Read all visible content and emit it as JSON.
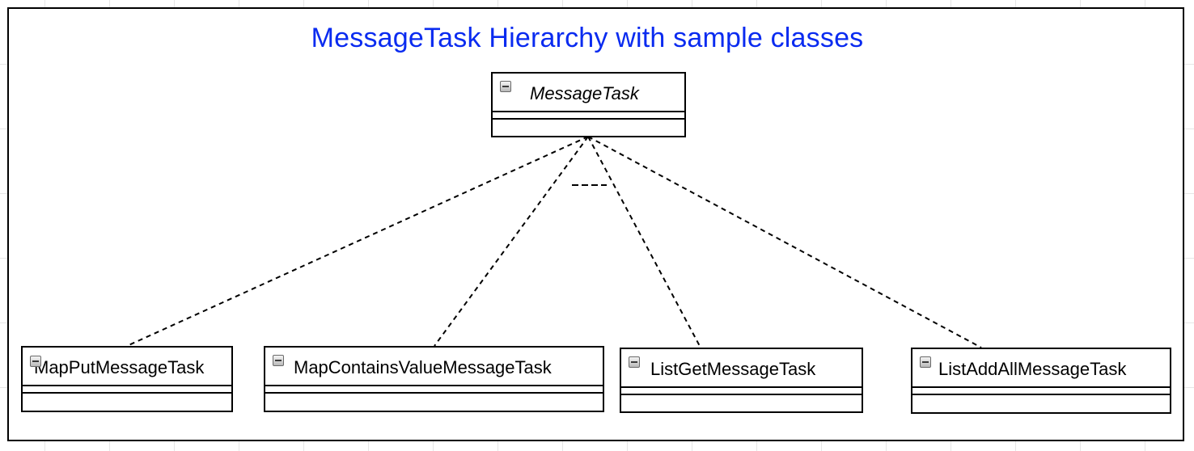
{
  "diagram": {
    "title": "MessageTask Hierarchy with sample classes",
    "parent_class": {
      "name": "MessageTask",
      "style": "italic"
    },
    "subclasses": [
      {
        "name": "MapPutMessageTask"
      },
      {
        "name": "MapContainsValueMessageTask"
      },
      {
        "name": "ListGetMessageTask"
      },
      {
        "name": "ListAddAllMessageTask"
      }
    ],
    "relationship": "realization (dashed line)",
    "ellipsis_marker": "- - -",
    "colors": {
      "title": "#0a2bf0",
      "lines": "#000000",
      "grid": "#e6e6e6"
    },
    "icons": {
      "class_header": "collapse-icon"
    }
  }
}
